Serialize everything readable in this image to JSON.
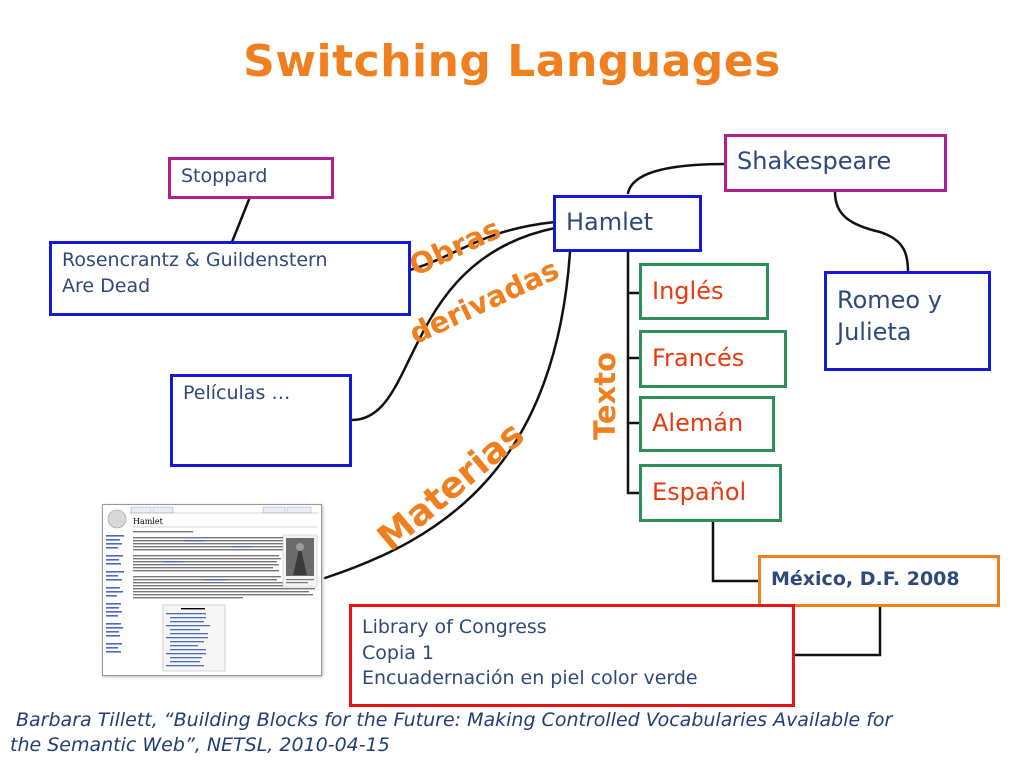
{
  "title": "Switching  Languages",
  "nodes": {
    "stoppard": "Stoppard",
    "rosencrantz_line1": "Rosencrantz & Guildenstern",
    "rosencrantz_line2": "Are Dead",
    "peliculas": "Películas …",
    "hamlet": "Hamlet",
    "shakespeare": "Shakespeare",
    "romeo_line1": "Romeo y",
    "romeo_line2": "Julieta",
    "ingles": "Inglés",
    "frances": "Francés",
    "aleman": "Alemán",
    "espanol": "Español",
    "mexico": "México, D.F. 2008",
    "library_line1": "Library of Congress",
    "library_line2": "Copia 1",
    "library_line3": "Encuadernación en piel color verde"
  },
  "labels": {
    "obras": "Obras",
    "derivadas": "derivadas",
    "texto": "Texto",
    "materias": "Materias"
  },
  "thumbnail": {
    "page_heading": "Hamlet",
    "icon": "wikipedia-page-screenshot"
  },
  "caption": {
    "line1": "Barbara Tillett, “Building Blocks for the Future: Making Controlled Vocabularies Available for",
    "line2": "the Semantic Web”, NETSL, 2010-04-15"
  },
  "colors": {
    "title_orange": "#f07f1f",
    "text_blue": "#2d4a7a",
    "text_red": "#e63a10",
    "border_purple": "#b0208f",
    "border_blue": "#1618d6",
    "border_green": "#2f8f5a",
    "border_orange": "#f07f1f",
    "border_red": "#e81414"
  }
}
